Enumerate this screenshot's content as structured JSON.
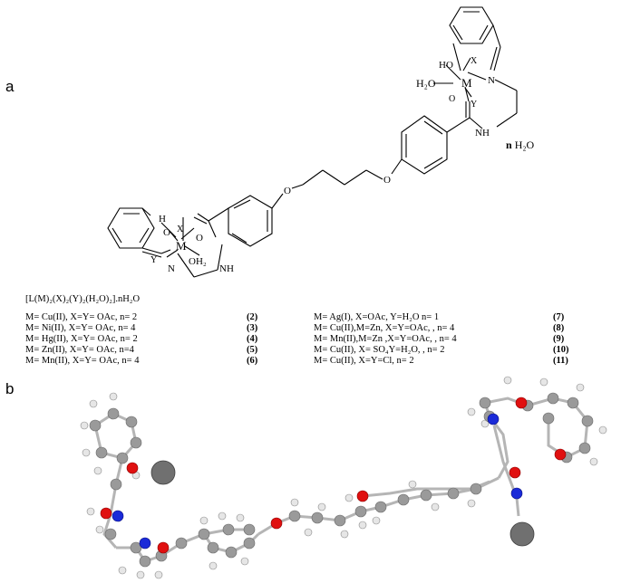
{
  "panels": {
    "a": "a",
    "b": "b"
  },
  "atoms": {
    "HO": "HO",
    "O": "O",
    "X": "X",
    "Y": "Y",
    "M": "M",
    "N": "N",
    "NH": "NH",
    "H": "H",
    "H2O_top": "H₂O",
    "OH2": "OH₂"
  },
  "formula": "[L(M)₂(X)₂(Y)₂(H₂O)₂].nH₂O",
  "water": {
    "n": "n",
    "rest": "H₂O"
  },
  "complexes_left": [
    {
      "text": "M= Cu(II), X=Y= OAc, n= 2",
      "num": "(2)"
    },
    {
      "text": "M= Ni(II), X=Y= OAc, n= 4",
      "num": "(3)"
    },
    {
      "text": "M= Hg(II), X=Y= OAc, n= 2",
      "num": "(4)"
    },
    {
      "text": "M= Zn(II), X=Y= OAc, n=4",
      "num": "(5)"
    },
    {
      "text": "M= Mn(II), X=Y= OAc, n= 4",
      "num": "(6)"
    }
  ],
  "complexes_right": [
    {
      "text": "M= Ag(I), X=OAc, Y=H₂O n= 1",
      "num": "(7)"
    },
    {
      "text": "M= Cu(II),M=Zn, X=Y=OAc, , n= 4",
      "num": "(8)"
    },
    {
      "text": "M= Mn(II),M=Zn ,X=Y=OAc, , n= 4",
      "num": "(9)"
    },
    {
      "text": "M= Cu(II), X= SO₄Y=H₂O, , n= 2",
      "num": "(10)"
    },
    {
      "text": "M= Cu(II), X=Y=Cl, n= 2",
      "num": "(11)"
    }
  ],
  "colors": {
    "carbon": "#9a9a9a",
    "hydrogen": "#e6e6e6",
    "oxygen": "#e01010",
    "nitrogen": "#1a2ad8",
    "metal": "#707070"
  }
}
